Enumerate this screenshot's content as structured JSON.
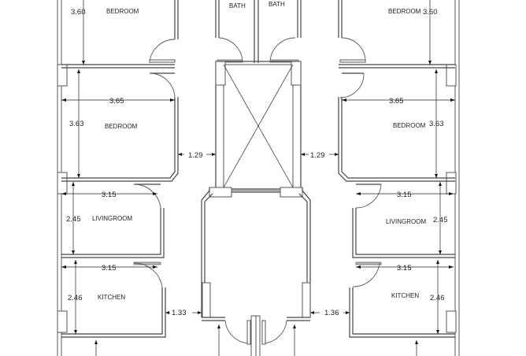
{
  "drawing": {
    "type": "architectural floor plan",
    "rooms": {
      "left_bedroom_top": {
        "label": "BEDROOM",
        "height": "3.60"
      },
      "bath_left": {
        "label": "BATH"
      },
      "bath_right": {
        "label": "BATH"
      },
      "right_bedroom_top": {
        "label": "BEDROOM",
        "height": "3.60"
      },
      "left_bedroom": {
        "label": "BEDROOM",
        "width": "3.65",
        "height": "3.63"
      },
      "right_bedroom": {
        "label": "BEDROOM",
        "width": "3.65",
        "height": "3.63"
      },
      "left_livingroom": {
        "label": "LIVINGROOM",
        "width": "3.15",
        "height": "2.45"
      },
      "right_livingroom": {
        "label": "LIVINGROOM",
        "width": "3.15",
        "height": "2.45"
      },
      "left_kitchen": {
        "label": "KITCHEN",
        "width": "3.15",
        "height": "2.46"
      },
      "right_kitchen": {
        "label": "KITCHEN",
        "width": "3.15",
        "height": "2.46"
      }
    },
    "corridor_dims": {
      "upper_left": "1.29",
      "upper_right": "1.29",
      "lower_left": "1.33",
      "lower_right": "1.36"
    },
    "colors": {
      "line": "#555555",
      "text": "#222222",
      "background": "#ffffff"
    }
  }
}
